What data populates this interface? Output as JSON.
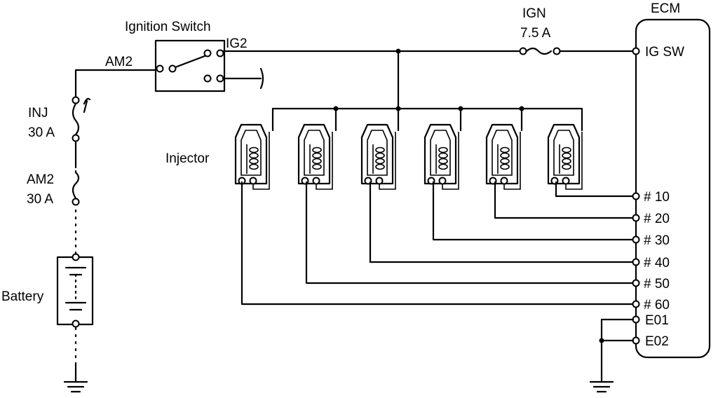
{
  "labels": {
    "ignition_switch": "Ignition Switch",
    "am2_wire": "AM2",
    "ig2": "IG2",
    "ign_fuse_name": "IGN",
    "ign_fuse_rating": "7.5 A",
    "ecm": "ECM",
    "inj_fuse_name": "INJ",
    "inj_fuse_rating": "30 A",
    "am2_fuse_name": "AM2",
    "am2_fuse_rating": "30 A",
    "battery": "Battery",
    "injector": "Injector"
  },
  "ecm_pins": [
    "IG SW",
    "# 10",
    "# 20",
    "# 30",
    "# 40",
    "# 50",
    "# 60",
    "E01",
    "E02"
  ]
}
